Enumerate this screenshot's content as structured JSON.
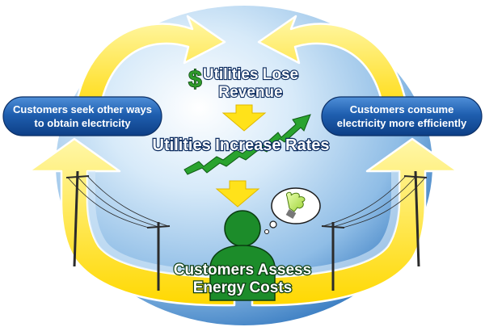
{
  "diagram": {
    "center_top": {
      "symbol": "$",
      "line1": "Utilities Lose",
      "line2": "Revenue"
    },
    "center_middle": {
      "label": "Utilities Increase Rates"
    },
    "center_bottom": {
      "line1": "Customers Assess",
      "line2": "Energy Costs"
    },
    "left_box": {
      "line1": "Customers seek other ways",
      "line2": "to obtain electricity"
    },
    "right_box": {
      "line1": "Customers consume",
      "line2": "electricity more efficiently"
    },
    "colors": {
      "circle_light": "#f2f9ff",
      "circle_mid": "#9cc6ea",
      "circle_dark": "#2f6fb5",
      "arrow_yellow": "#ffe21a",
      "arrow_edge": "#ffffff",
      "pill_blue": "#1f5fb0",
      "trend_green": "#2aa32f",
      "person_green": "#1c8c2a",
      "pole_dark": "#2b2b2b"
    }
  }
}
